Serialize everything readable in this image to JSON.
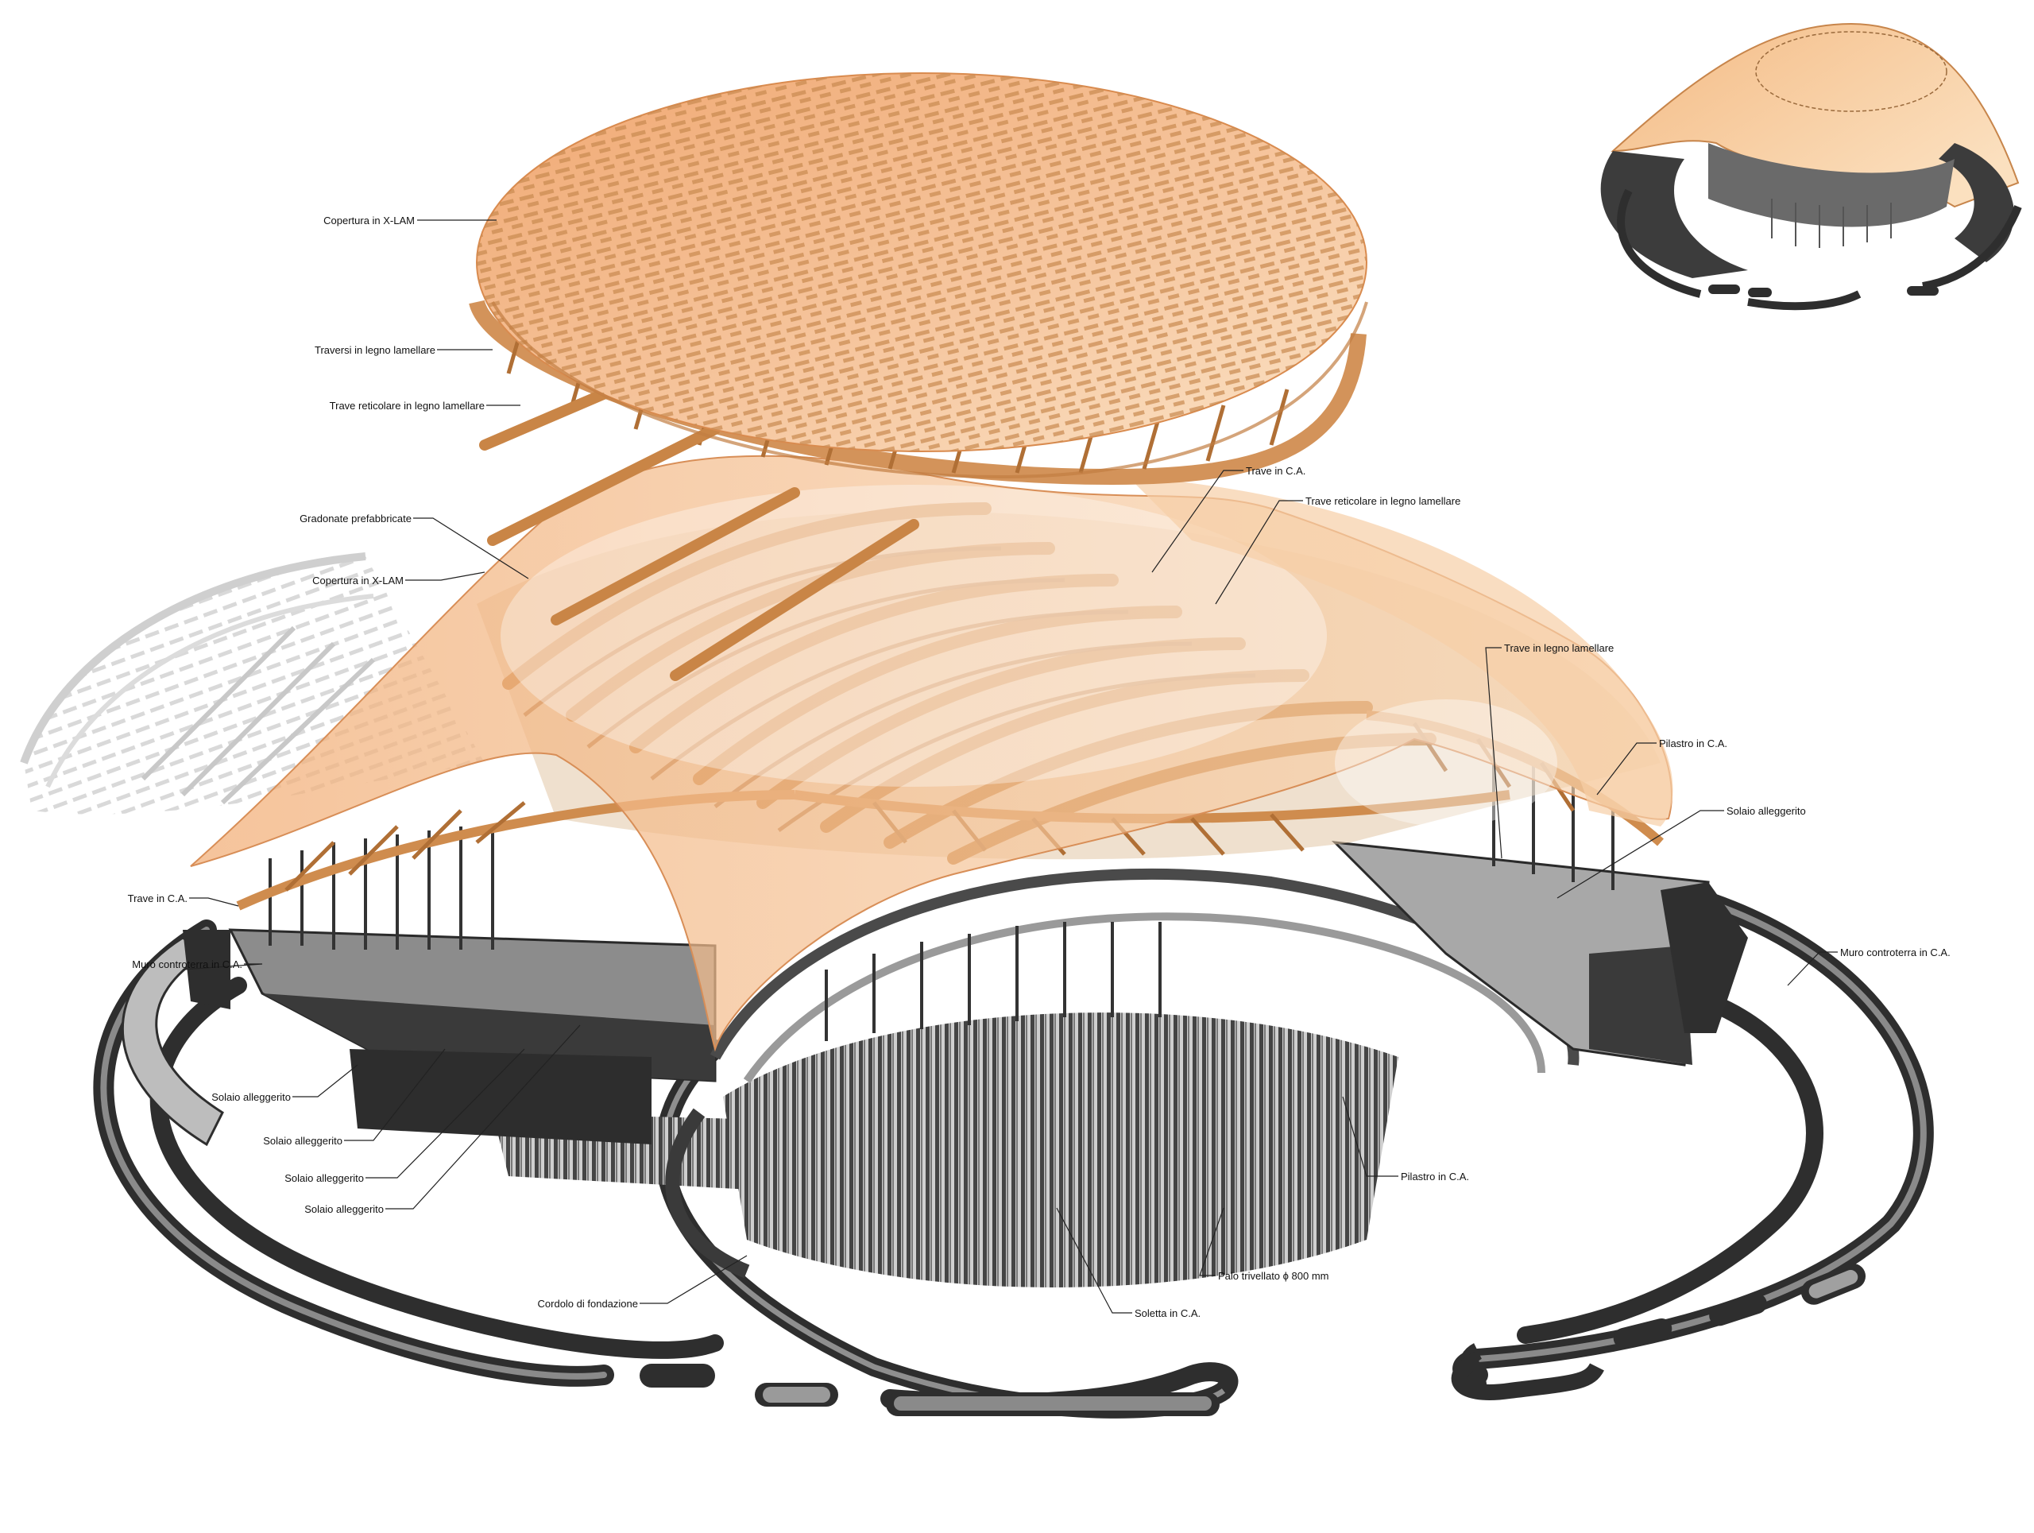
{
  "diagram": {
    "kind": "exploded axonometric structural diagram",
    "colors": {
      "timber": "#d7935a",
      "timber_light": "#f3c79b",
      "xlam_panel": "#f6c49b",
      "concrete_dark": "#3b3b3b",
      "concrete_mid": "#7d7d7d",
      "concrete_light": "#bdbdbd",
      "ghost": "#d9d9d9",
      "leader": "#222222"
    },
    "labels": {
      "copertura_top": "Copertura in X-LAM",
      "traversi": "Traversi in legno lamellare",
      "trave_reticolare_left": "Trave reticolare in legno lamellare",
      "gradonate": "Gradonate prefabbricate",
      "copertura_mid": "Copertura in X-LAM",
      "trave_ca_top": "Trave in C.A.",
      "trave_reticolare_right": "Trave reticolare in legno lamellare",
      "trave_legno": "Trave in legno lamellare",
      "pilastro_right": "Pilastro in C.A.",
      "solaio_right": "Solaio alleggerito",
      "trave_ca_left": "Trave in C.A.",
      "muro_left": "Muro controterra in C.A.",
      "muro_right": "Muro controterra in C.A.",
      "solaio_1": "Solaio alleggerito",
      "solaio_2": "Solaio alleggerito",
      "solaio_3": "Solaio alleggerito",
      "solaio_4": "Solaio alleggerito",
      "pilastro_center": "Pilastro in C.A.",
      "palo": "Palo trivellato ϕ 800 mm",
      "cordolo": "Cordolo di fondazione",
      "soletta": "Soletta in C.A."
    }
  }
}
